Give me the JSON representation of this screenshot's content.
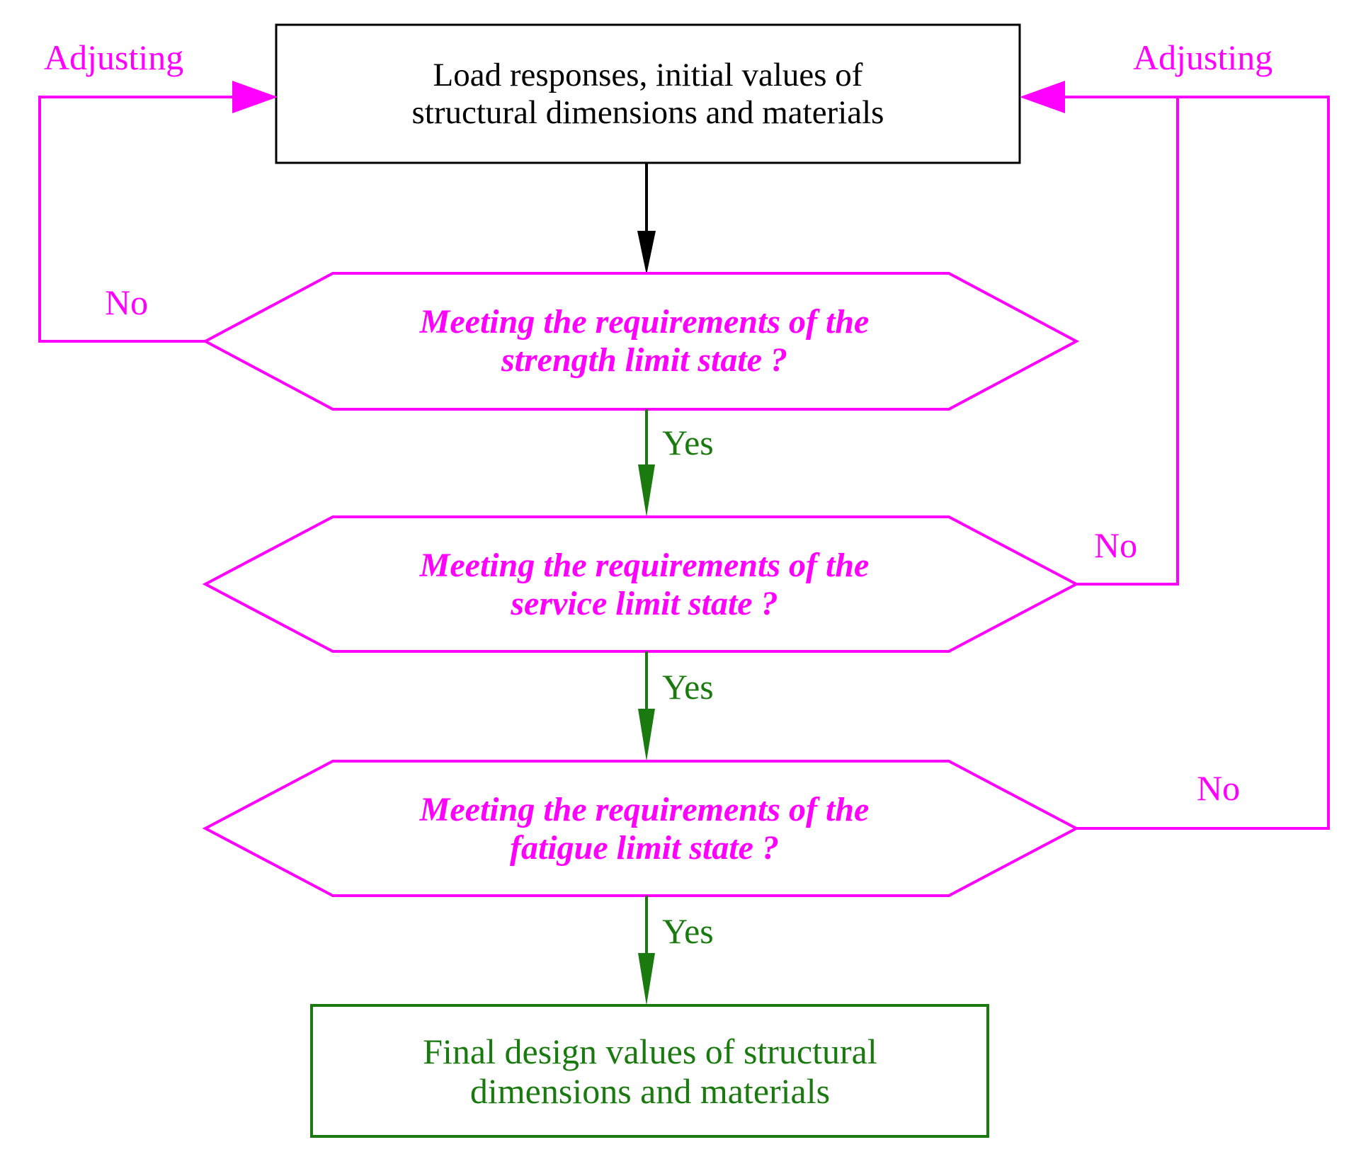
{
  "diagram": {
    "title": "Structural design limit-state verification flowchart",
    "colors": {
      "process_border": "#000000",
      "process_text": "#000000",
      "decision": "#ff00ff",
      "yes_path": "#1a7a0f",
      "no_path": "#ff00ff",
      "result": "#1a7a0f"
    }
  },
  "nodes": {
    "start": {
      "id": "load-responses-box",
      "shape": "rectangle",
      "text": "Load responses, initial values of\nstructural dimensions and materials"
    },
    "decision_strength": {
      "id": "strength-limit-state-decision",
      "shape": "hexagon",
      "text": "Meeting the requirements of the\nstrength limit state ?"
    },
    "decision_service": {
      "id": "service-limit-state-decision",
      "shape": "hexagon",
      "text": "Meeting the requirements of the\nservice limit state ?"
    },
    "decision_fatigue": {
      "id": "fatigue-limit-state-decision",
      "shape": "hexagon",
      "text": "Meeting the requirements of the\nfatigue limit state ?"
    },
    "result": {
      "id": "final-design-values-box",
      "shape": "rectangle",
      "text": "Final design values of structural\ndimensions and materials"
    }
  },
  "edges": {
    "adjusting_left": "Adjusting",
    "adjusting_right": "Adjusting",
    "no_strength": "No",
    "no_service": "No",
    "no_fatigue": "No",
    "yes_strength": "Yes",
    "yes_service": "Yes",
    "yes_fatigue": "Yes"
  }
}
